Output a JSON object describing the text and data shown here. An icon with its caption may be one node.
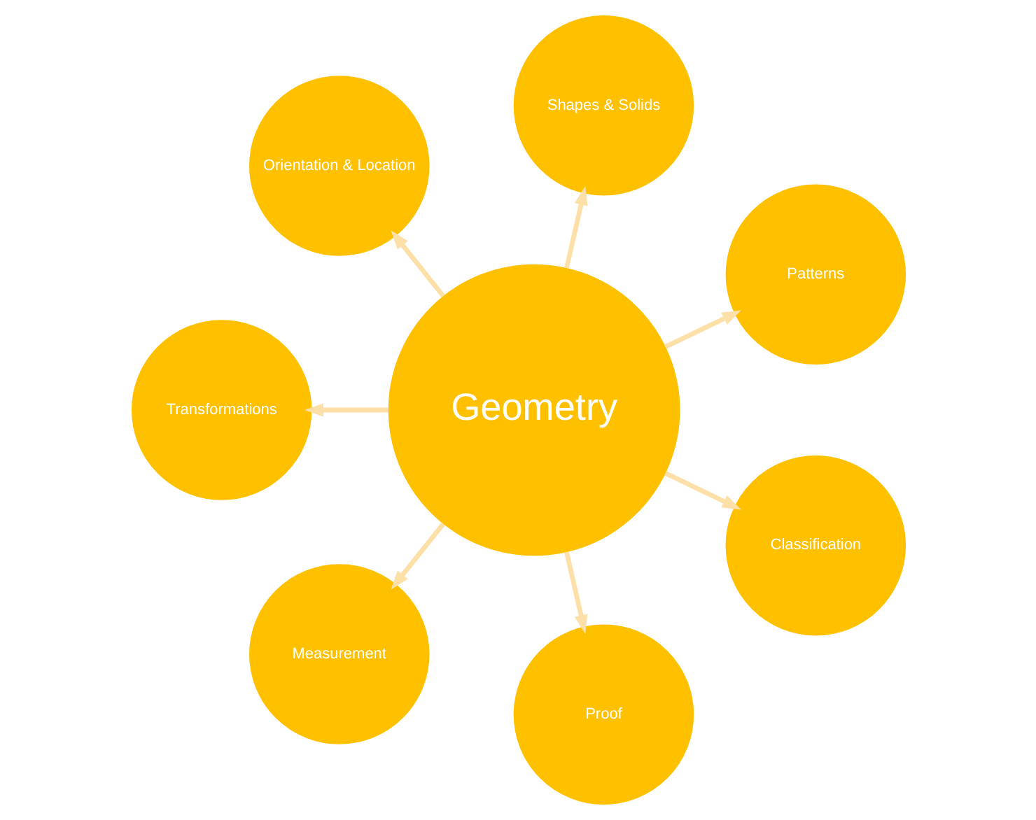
{
  "diagram": {
    "nodes": [
      {
        "text": [
          "Geometry"
        ]
      },
      {
        "text": [
          "Patterns"
        ]
      },
      {
        "text": [
          "Shapes & Solids"
        ]
      },
      {
        "text": [
          "Orientation & Location"
        ]
      },
      {
        "text": [
          "Transformations"
        ]
      },
      {
        "text": [
          "Measurement"
        ]
      },
      {
        "text": [
          "Proof"
        ]
      },
      {
        "text": [
          "Classification"
        ]
      }
    ],
    "edges": [
      {
        "from": 0,
        "to": 1,
        "arrow": "to"
      },
      {
        "from": 0,
        "to": 2,
        "arrow": "to"
      },
      {
        "from": 0,
        "to": 3,
        "arrow": "to"
      },
      {
        "from": 0,
        "to": 4,
        "arrow": "to"
      },
      {
        "from": 0,
        "to": 5,
        "arrow": "to"
      },
      {
        "from": 0,
        "to": 6,
        "arrow": "to"
      },
      {
        "from": 0,
        "to": 7,
        "arrow": "to"
      }
    ]
  }
}
